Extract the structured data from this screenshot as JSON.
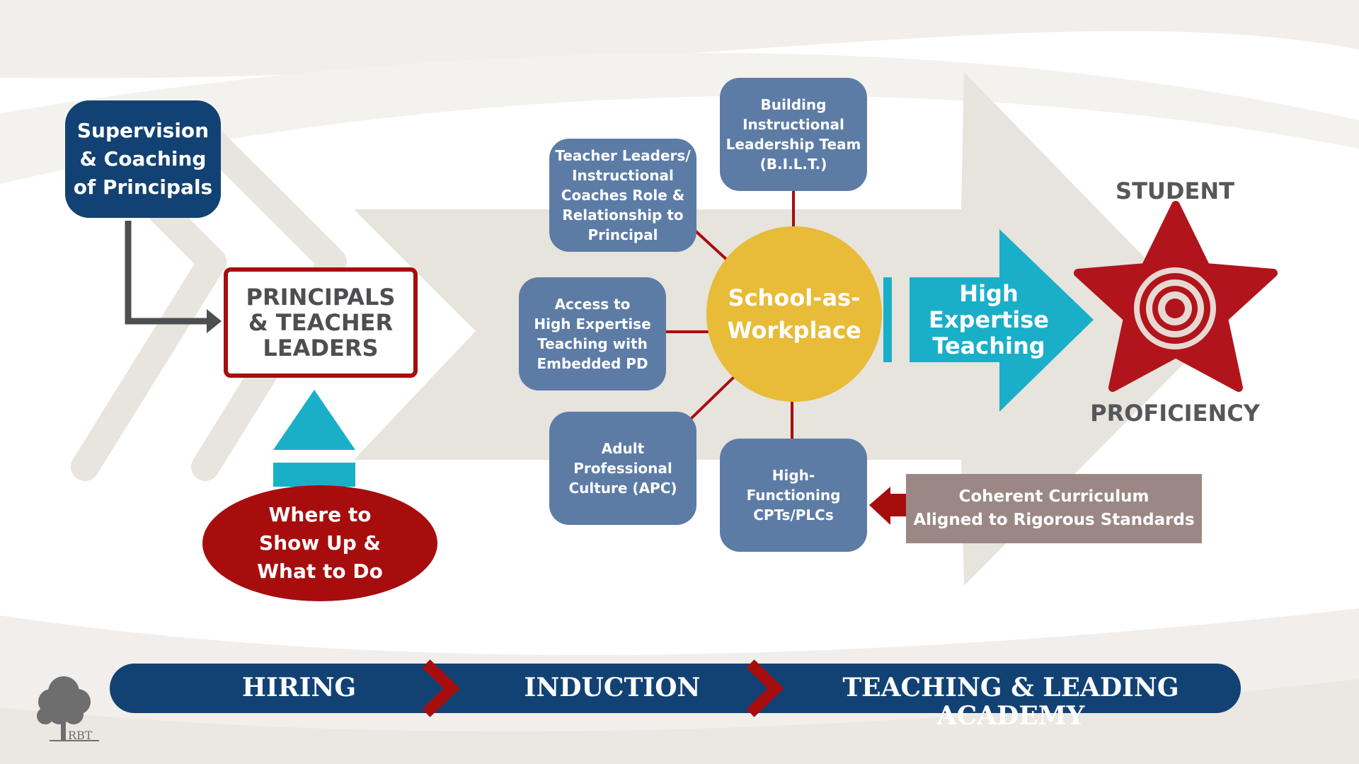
{
  "diagram": {
    "supervision_box": "Supervision\n& Coaching\nof Principals",
    "principals_box": "PRINCIPALS\n& TEACHER\nLEADERS",
    "where_to_show_up": "Where to\nShow Up &\nWhat to Do",
    "hub": "School-as-\nWorkplace",
    "spokes": {
      "bilt": "Building\nInstructional\nLeadership Team\n(B.I.L.T.)",
      "teacher_leaders": "Teacher Leaders/\nInstructional\nCoaches Role &\nRelationship to\nPrincipal",
      "access": "Access to\nHigh Expertise\nTeaching with\nEmbedded PD",
      "apc": "Adult\nProfessional\nCulture (APC)",
      "cpts": "High-\nFunctioning\nCPTs/PLCs"
    },
    "high_expertise": "High\nExpertise\nTeaching",
    "student": "STUDENT",
    "proficiency": "PROFICIENCY",
    "curriculum": "Coherent Curriculum\nAligned to Rigorous Standards"
  },
  "timeline": [
    "HIRING",
    "INDUCTION",
    "TEACHING & LEADING ACADEMY"
  ],
  "logo_text": "RBT",
  "colors": {
    "navy": "#124273",
    "red": "#a80d0e",
    "slate": "#5c7ca6",
    "gold": "#e8bb38",
    "cyan": "#1aafc9",
    "taupe": "#9b8885",
    "gray_arrow": "#e7e3dd"
  }
}
